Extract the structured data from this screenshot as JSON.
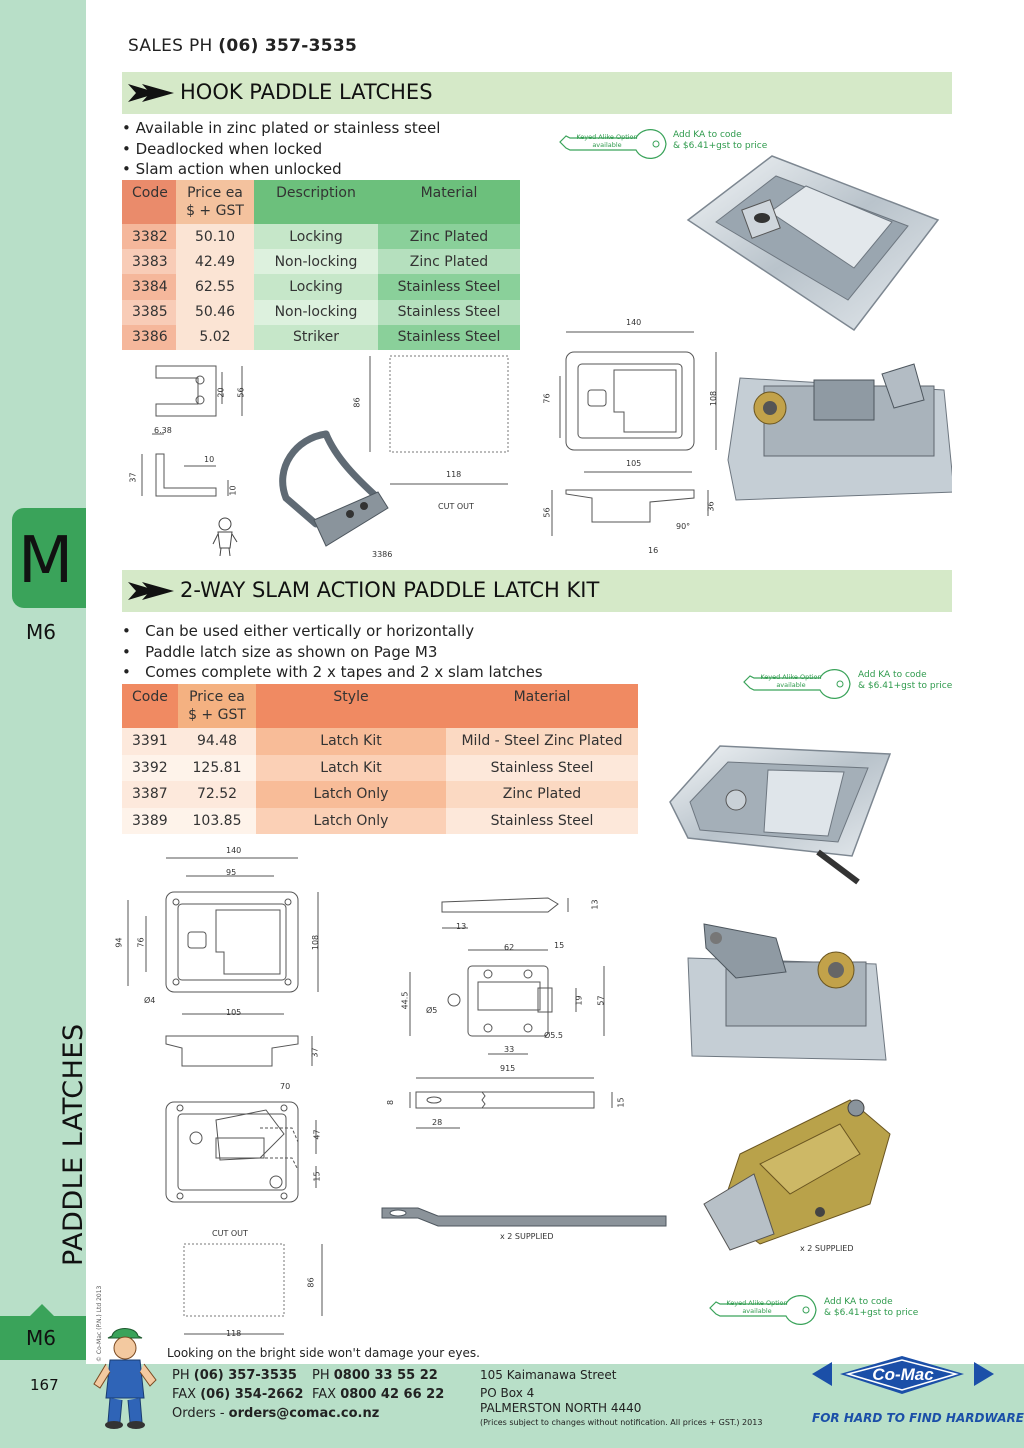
{
  "header": {
    "sales_label": "SALES  PH ",
    "sales_phone": "(06) 357-3535"
  },
  "sidebar": {
    "tab_letter": "M",
    "code_top": "M6",
    "vertical_title": "PADDLE LATCHES",
    "copyright": "© Co-Mac (P.N.) Ltd 2013",
    "code_bottom": "M6",
    "page_number": "167"
  },
  "section1": {
    "title": "HOOK PADDLE LATCHES",
    "bullets": [
      "Available in zinc plated or stainless steel",
      "Deadlocked when locked",
      "Slam action when unlocked"
    ],
    "table": {
      "headers": [
        "Code",
        "Price ea",
        "$ + GST",
        "Description",
        "Material"
      ],
      "rows": [
        [
          "3382",
          "50.10",
          "Locking",
          "Zinc Plated"
        ],
        [
          "3383",
          "42.49",
          "Non-locking",
          "Zinc Plated"
        ],
        [
          "3384",
          "62.55",
          "Locking",
          "Stainless Steel"
        ],
        [
          "3385",
          "50.46",
          "Non-locking",
          "Stainless Steel"
        ],
        [
          "3386",
          "5.02",
          "Striker",
          "Stainless Steel"
        ]
      ]
    },
    "keytag": {
      "label_1": "Keyed Alike Option",
      "label_2": "available",
      "note_1": "Add KA to code",
      "note_2": "& $6.41+gst to price"
    },
    "dims": {
      "striker_20": "20",
      "striker_56": "56",
      "striker_638": "6.38",
      "striker_10a": "10",
      "striker_37": "37",
      "striker_10b": "10",
      "striker_code": "3386",
      "cutout_86": "86",
      "cutout_118": "118",
      "cutout_label": "CUT OUT",
      "latch_140": "140",
      "latch_76": "76",
      "latch_108": "108",
      "latch_105": "105",
      "side_56": "56",
      "side_36": "36",
      "side_90": "90°",
      "side_16": "16"
    }
  },
  "section2": {
    "title": "2-WAY SLAM ACTION PADDLE LATCH KIT",
    "bullets": [
      "Can be used either vertically or horizontally",
      "Paddle latch size as shown on Page M3",
      "Comes complete with 2 x tapes and 2 x slam latches"
    ],
    "table": {
      "headers": [
        "Code",
        "Price ea",
        "$ + GST",
        "Style",
        "Material"
      ],
      "rows": [
        [
          "3391",
          "94.48",
          "Latch Kit",
          "Mild - Steel Zinc Plated"
        ],
        [
          "3392",
          "125.81",
          "Latch Kit",
          "Stainless Steel"
        ],
        [
          "3387",
          "72.52",
          "Latch Only",
          "Zinc Plated"
        ],
        [
          "3389",
          "103.85",
          "Latch Only",
          "Stainless Steel"
        ]
      ]
    },
    "keytag": {
      "label_1": "Keyed Alike Option",
      "label_2": "available",
      "note_1": "Add KA to code",
      "note_2": "& $6.41+gst to price"
    },
    "keytag_b": {
      "label_1": "Keyed Alike Option",
      "label_2": "available",
      "note_1": "Add KA to code",
      "note_2": "& $6.41+gst to price"
    },
    "dims": {
      "kit_140": "140",
      "kit_95": "95",
      "kit_94": "94",
      "kit_76": "76",
      "kit_108": "108",
      "kit_d4": "Ø4",
      "kit_105": "105",
      "kit_37": "37",
      "kit_70": "70",
      "kit_47": "47",
      "kit_15": "15",
      "cutout_label": "CUT OUT",
      "cutout_86": "86",
      "cutout_118": "118",
      "slam_13a": "13",
      "slam_13b": "13",
      "slam_62": "62",
      "slam_15": "15",
      "slam_445": "44.5",
      "slam_d5": "Ø5",
      "slam_19": "19",
      "slam_57": "57",
      "slam_d55": "Ø5.5",
      "slam_33": "33",
      "tape_915": "915",
      "tape_8": "8",
      "tape_15": "15",
      "tape_28": "28",
      "supplied_1": "x 2 SUPPLIED",
      "supplied_2": "x 2 SUPPLIED"
    }
  },
  "footer": {
    "tagline": "Looking on the bright side won't damage your eyes.",
    "ph_label": "PH ",
    "ph": "(06) 357-3535",
    "fax_label": "FAX ",
    "fax": "(06) 354-2662",
    "orders_label": "Orders - ",
    "orders": "orders@comac.co.nz",
    "ph2_label": "PH ",
    "ph2": "0800 33 55 22",
    "fax2_label": "FAX ",
    "fax2": "0800 42 66 22",
    "address_1": "105 Kaimanawa Street",
    "address_2": "PO Box 4",
    "address_3": "PALMERSTON NORTH 4440",
    "disclaimer": "(Prices subject to changes without notification.  All prices + GST.)  2013",
    "logo_text": "Co-Mac",
    "slogan": "FOR HARD TO FIND HARDWARE"
  },
  "colors": {
    "brand_green": "#3aa35a",
    "sidebar_green": "#b8dfc8",
    "section_bar": "#d5e9c8",
    "logo_blue": "#1b4fa8"
  },
  "icons": [
    "double-arrow-icon",
    "key-tag-icon",
    "mascot-icon",
    "comac-logo-icon"
  ]
}
